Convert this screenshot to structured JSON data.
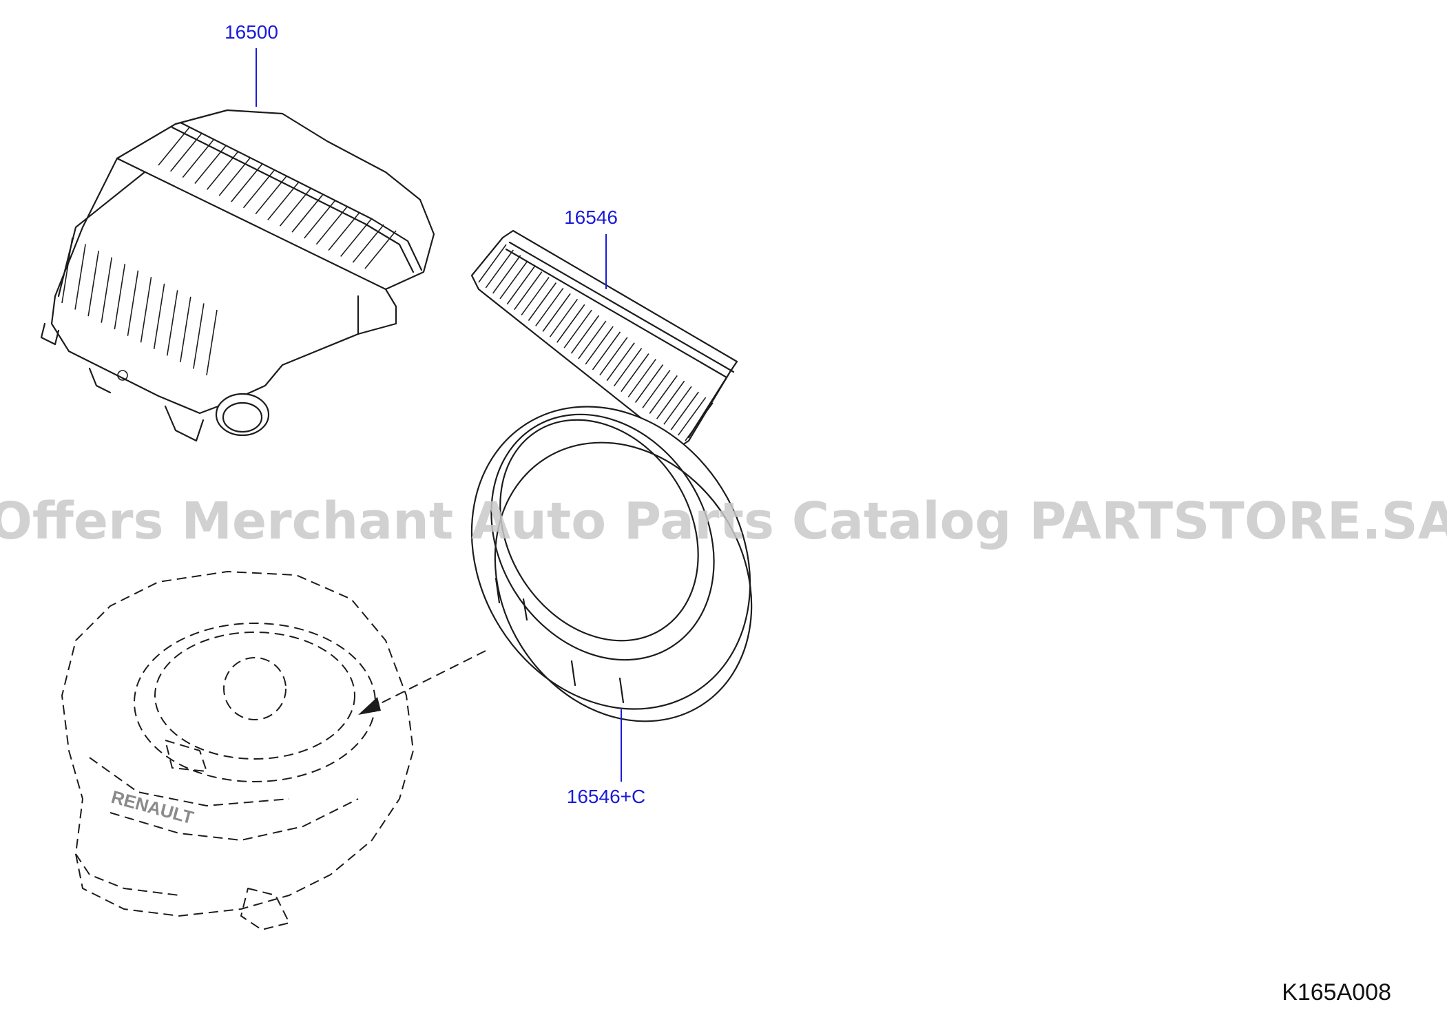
{
  "callouts": {
    "housing": "16500",
    "panel_filter": "16546",
    "round_filter": "16546+C"
  },
  "figure_code": "K165A008",
  "watermark": "Offers Merchant Auto Parts Catalog PARTSTORE.SA",
  "engine_logo_text": "RENAULT",
  "colors": {
    "callout": "#1a1adb",
    "line": "#1c1c1c",
    "watermark": "#c9c9c9"
  }
}
